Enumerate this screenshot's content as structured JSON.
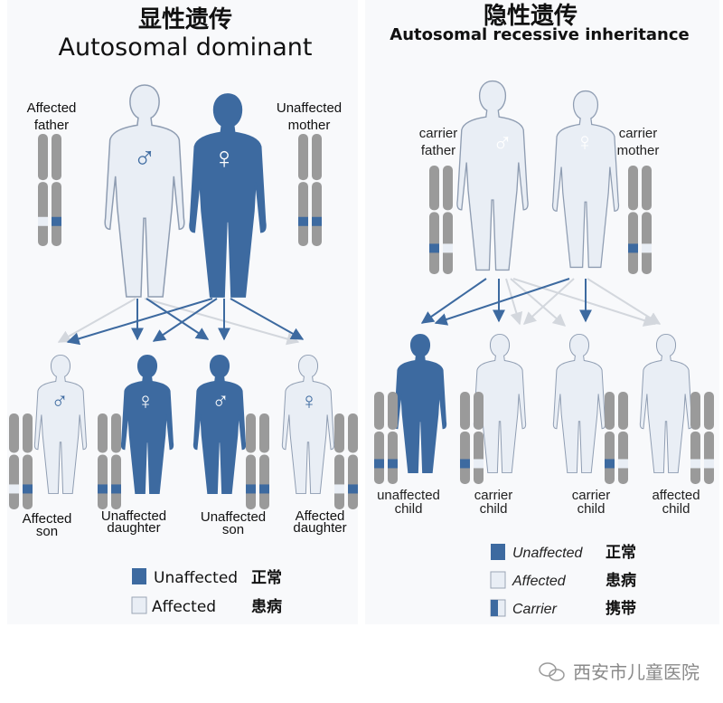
{
  "colors": {
    "unaffected": "#3d6aa0",
    "affected": "#e9eef5",
    "outline": "#8f9db2",
    "chromosome": "#9a9a9a",
    "arrow_blue": "#3d6aa0",
    "arrow_light": "#d3d7dd"
  },
  "dominant": {
    "title_cn": "显性遗传",
    "title_en": "Autosomal dominant",
    "father": {
      "label1": "Affected",
      "label2": "father",
      "symbol": "♂",
      "chromosomes": [
        "affected",
        "unaffected"
      ]
    },
    "mother": {
      "label1": "Unaffected",
      "label2": "mother",
      "symbol": "♀",
      "chromosomes": [
        "unaffected",
        "unaffected"
      ]
    },
    "children": [
      {
        "label1": "Affected",
        "label2": "son",
        "symbol": "♂",
        "status": "affected",
        "chromosomes": [
          "affected",
          "unaffected"
        ]
      },
      {
        "label1": "Unaffected",
        "label2": "daughter",
        "symbol": "♀",
        "status": "unaffected",
        "chromosomes": [
          "unaffected",
          "unaffected"
        ]
      },
      {
        "label1": "Unaffected",
        "label2": "son",
        "symbol": "♂",
        "status": "unaffected",
        "chromosomes": [
          "unaffected",
          "unaffected"
        ]
      },
      {
        "label1": "Affected",
        "label2": "daughter",
        "symbol": "♀",
        "status": "affected",
        "chromosomes": [
          "affected",
          "unaffected"
        ]
      }
    ],
    "legend": [
      {
        "label": "Unaffected",
        "label_cn": "正常"
      },
      {
        "label": "Affected",
        "label_cn": "患病"
      }
    ]
  },
  "recessive": {
    "title_cn": "隐性遗传",
    "title_en": "Autosomal recessive inheritance",
    "father": {
      "label1": "carrier",
      "label2": "father",
      "symbol": "♂",
      "chromosomes": [
        "unaffected",
        "affected"
      ]
    },
    "mother": {
      "label1": "carrier",
      "label2": "mother",
      "symbol": "♀",
      "chromosomes": [
        "unaffected",
        "affected"
      ]
    },
    "children": [
      {
        "label1": "unaffected",
        "label2": "child",
        "status": "unaffected",
        "chromosomes": [
          "unaffected",
          "unaffected"
        ]
      },
      {
        "label1": "carrier",
        "label2": "child",
        "status": "carrier",
        "chromosomes": [
          "unaffected",
          "affected"
        ]
      },
      {
        "label1": "carrier",
        "label2": "child",
        "status": "carrier",
        "chromosomes": [
          "unaffected",
          "affected"
        ]
      },
      {
        "label1": "affected",
        "label2": "child",
        "status": "affected",
        "chromosomes": [
          "affected",
          "affected"
        ]
      }
    ],
    "legend": [
      {
        "label": "Unaffected",
        "label_cn": "正常"
      },
      {
        "label": "Affected",
        "label_cn": "患病"
      },
      {
        "label": "Carrier",
        "label_cn": "携带"
      }
    ]
  },
  "watermark": "西安市儿童医院"
}
